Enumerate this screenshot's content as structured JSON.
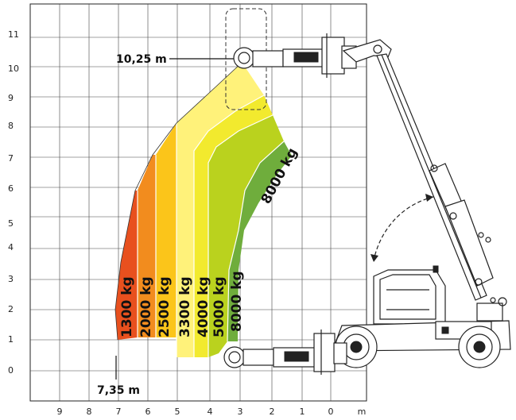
{
  "chart_data": {
    "type": "load-chart",
    "x_ticks": [
      "9",
      "8",
      "7",
      "6",
      "5",
      "4",
      "3",
      "2",
      "1",
      "0",
      "m"
    ],
    "y_ticks": [
      "11",
      "10",
      "9",
      "8",
      "7",
      "6",
      "5",
      "4",
      "3",
      "2",
      "1",
      "0"
    ],
    "annotations": {
      "max_height": "10,25 m",
      "max_reach": "7,35 m"
    },
    "zones": [
      {
        "label": "1300 kg",
        "color": "#e8501e"
      },
      {
        "label": "2000 kg",
        "color": "#f28c1e"
      },
      {
        "label": "2500 kg",
        "color": "#fbc51a"
      },
      {
        "label": "3300 kg",
        "color": "#fff27a"
      },
      {
        "label": "4000 kg",
        "color": "#f2ea2e"
      },
      {
        "label": "5000 kg",
        "color": "#bad21e"
      },
      {
        "label": "8000 kg",
        "color": "#6fad3c"
      }
    ],
    "boom_label": "8000 kg"
  }
}
